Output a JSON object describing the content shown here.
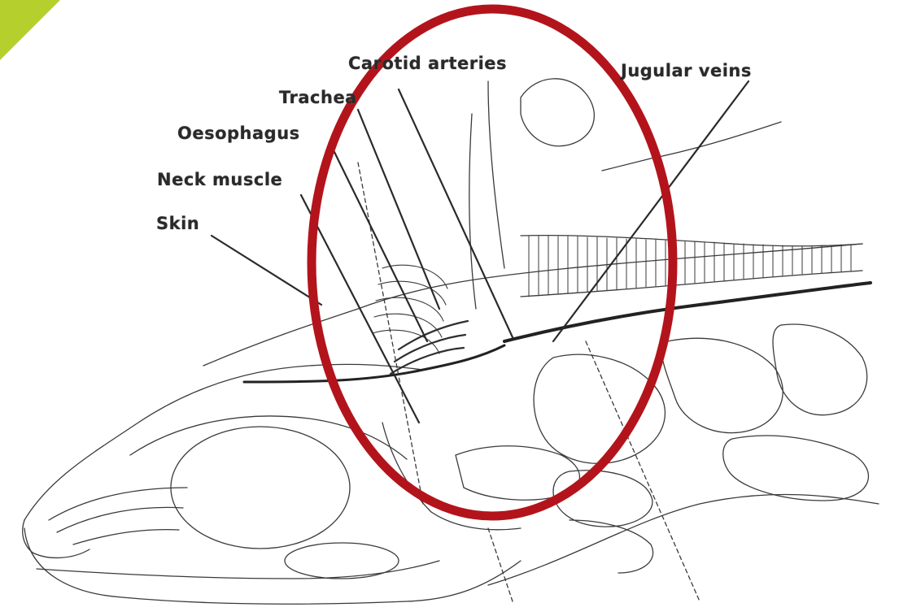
{
  "labels": {
    "carotid": "Carotid arteries",
    "jugular": "Jugular veins",
    "trachea": "Trachea",
    "oesophagus": "Oesophagus",
    "neck_muscle": "Neck muscle",
    "skin": "Skin"
  },
  "colors": {
    "corner_accent": "#b5cf2d",
    "highlight_ellipse": "#b3141b",
    "ink": "#2a2a2a"
  }
}
